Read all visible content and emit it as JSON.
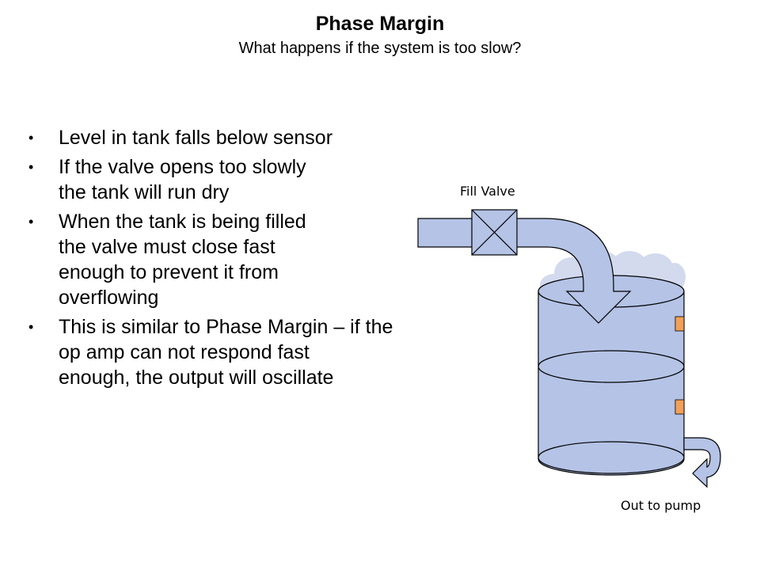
{
  "slide": {
    "title": "Phase Margin",
    "subtitle": "What happens if the system is too slow?"
  },
  "bullets": [
    "Level in tank falls below sensor",
    "If the valve opens too slowly\nthe tank will run dry",
    "When the tank is being filled\nthe valve must close fast\nenough to prevent it from\noverflowing",
    "This is similar to Phase Margin – if the\nop amp can not respond fast\nenough, the output will oscillate"
  ],
  "diagram": {
    "fill_valve_label": "Fill Valve",
    "out_to_pump_label": "Out to pump",
    "colors": {
      "tank_fill": "#b4c3e6",
      "pipe_fill": "#b4c3e6",
      "foam": "#d3daee",
      "sensor": "#f0a05a",
      "outline": "#000000"
    }
  }
}
